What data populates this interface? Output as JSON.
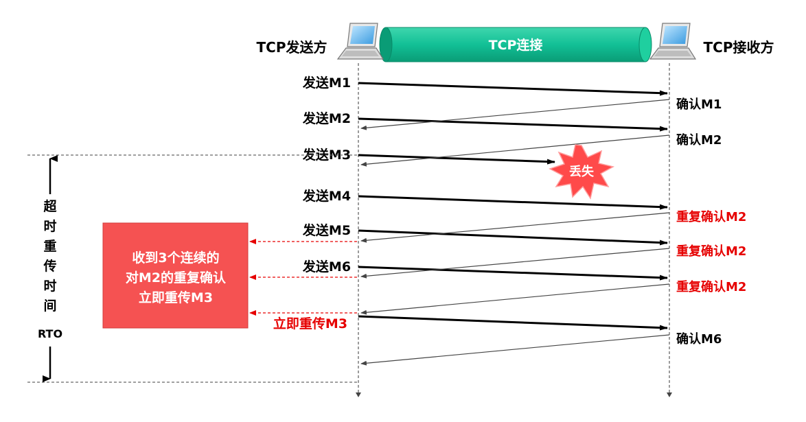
{
  "colors": {
    "alert_red": "#e60000",
    "box_fill": "#f55252",
    "pipe_fill": "#0fbf91",
    "pipe_dark": "#0a9c76",
    "burst_fill": "#ff4a4a",
    "arrow_black": "#000000",
    "ack_gray": "#555555"
  },
  "sender": {
    "label": "TCP发送方",
    "icon": "laptop-icon"
  },
  "receiver": {
    "label": "TCP接收方",
    "icon": "laptop-icon"
  },
  "connection": {
    "label": "TCP连接"
  },
  "send_labels": [
    "发送M1",
    "发送M2",
    "发送M3",
    "发送M4",
    "发送M5",
    "发送M6"
  ],
  "retransmit_label": "立即重传M3",
  "loss": {
    "label": "丢失",
    "icon": "explosion-burst-icon"
  },
  "ack_labels": [
    "确认M1",
    "确认M2",
    "重复确认M2",
    "重复确认M2",
    "重复确认M2",
    "确认M6"
  ],
  "timeout": {
    "vertical_label": [
      "超",
      "时",
      "重",
      "传",
      "时",
      "间"
    ],
    "abbr": "RTO"
  },
  "fast_retransmit_box": {
    "lines": [
      "收到3个连续的",
      "对M2的重复确认",
      "立即重传M3"
    ]
  }
}
